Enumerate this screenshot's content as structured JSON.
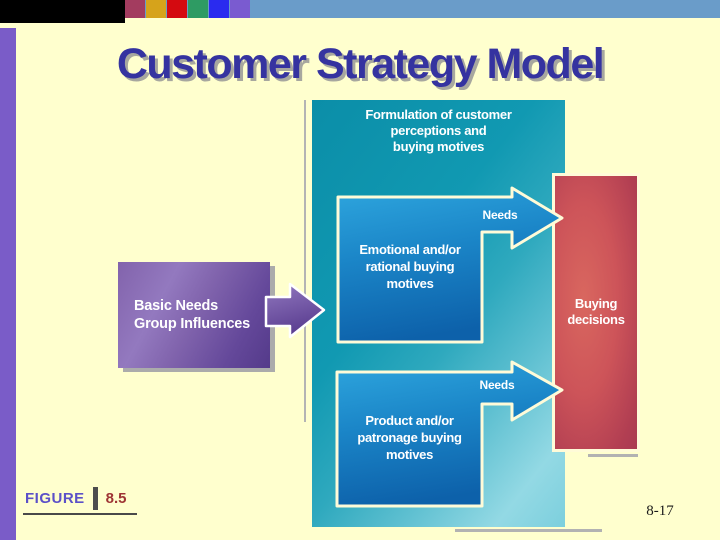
{
  "slide": {
    "title": "Customer Strategy Model",
    "page_number": "8-17",
    "figure": {
      "label": "FIGURE",
      "number": "8.5"
    }
  },
  "diagram": {
    "container_label": "Formulation of customer\nperceptions and\nbuying motives",
    "input_box_label": "Basic Needs\nGroup Influences",
    "motive_box_1_label": "Emotional and/or\nrational buying\nmotives",
    "motive_box_2_label": "Product and/or\npatronage buying\nmotives",
    "arrow_label_1": "Needs",
    "arrow_label_2": "Needs",
    "output_box_label": "Buying\ndecisions"
  },
  "colors": {
    "background": "#FFFFCE",
    "top_bar_blue": "#6A9CC9",
    "side_bar_purple": "#7A5CC8",
    "title_text": "#3533A0",
    "container_teal": "#0E94AE",
    "motive_box_blue": "#1581C6",
    "output_box_red": "#C64F57",
    "input_box_purple": "#7A58A8",
    "shape_border_cream": "#FFFBD8",
    "decor_squares": [
      "#A33C5F",
      "#D6A31B",
      "#D40A10",
      "#2E9B63",
      "#2A2BEF",
      "#7A5BD0"
    ]
  }
}
